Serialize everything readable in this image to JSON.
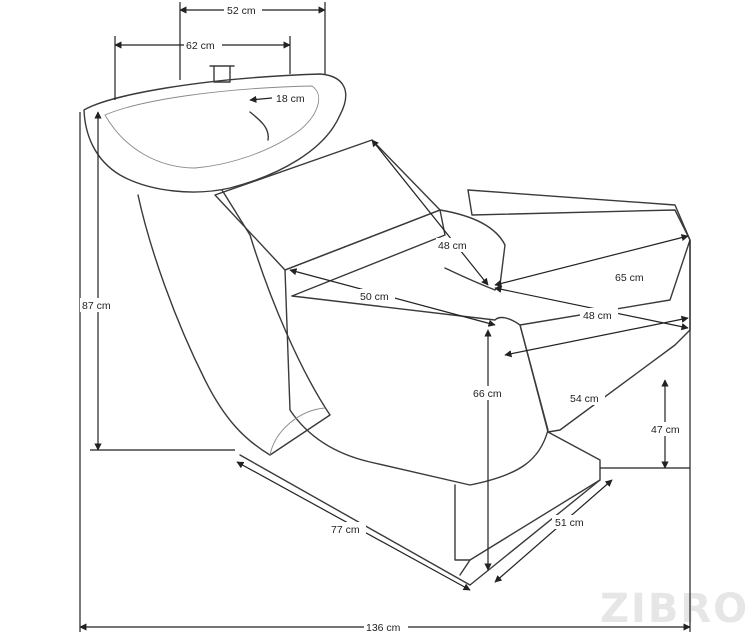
{
  "dimensions": {
    "d52": "52 cm",
    "d62": "62 cm",
    "d18": "18 cm",
    "d87": "87 cm",
    "d48a": "48 cm",
    "d65": "65 cm",
    "d50": "50 cm",
    "d48b": "48 cm",
    "d66": "66 cm",
    "d54": "54 cm",
    "d47": "47 cm",
    "d77": "77 cm",
    "d51": "51 cm",
    "d136": "136 cm"
  },
  "watermark": "ZIBRO",
  "colors": {
    "line": "#3a3a3a",
    "dimension": "#222222",
    "watermark": "#e6e6e6"
  }
}
